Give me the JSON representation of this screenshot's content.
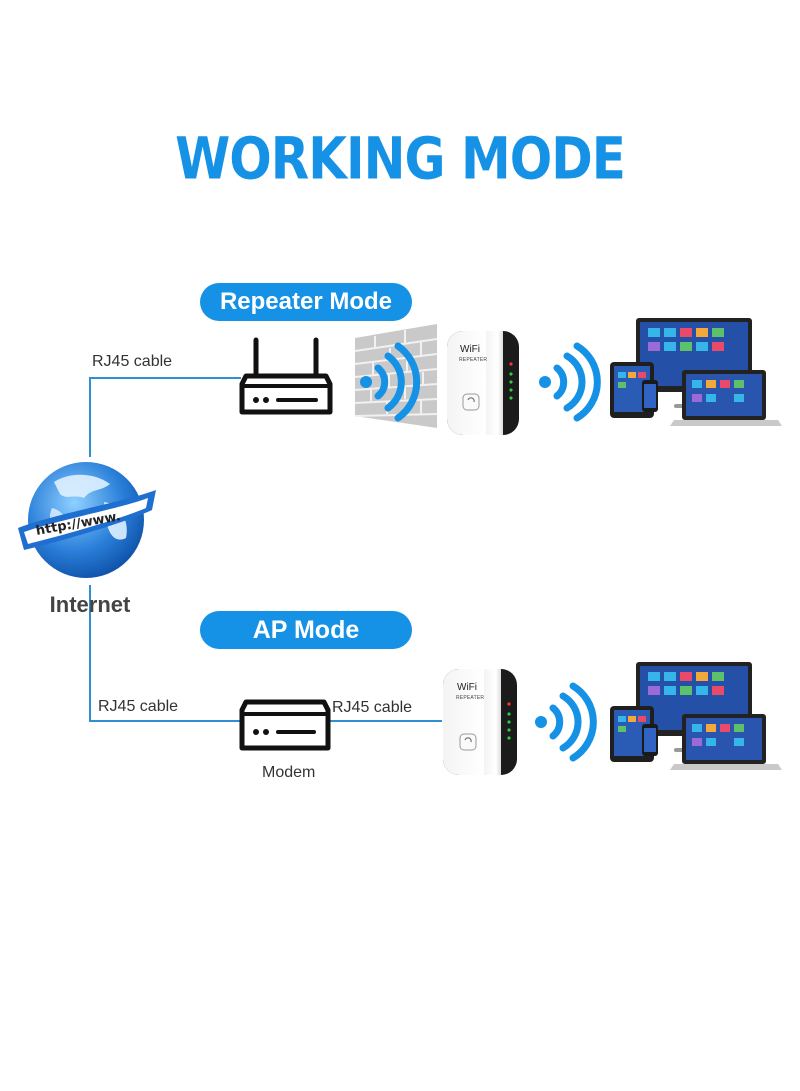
{
  "title": "WORKING MODE",
  "repeater_mode": {
    "label": "Repeater Mode",
    "cable_label": "RJ45 cable",
    "repeater_brand": "WiFi",
    "repeater_caption": "REPEATER"
  },
  "internet": {
    "label": "Internet",
    "banner": "http://www."
  },
  "ap_mode": {
    "label": "AP Mode",
    "cable_label_left": "RJ45 cable",
    "cable_label_right": "RJ45 cable",
    "modem_label": "Modem",
    "repeater_brand": "WiFi",
    "repeater_caption": "REPEATER"
  },
  "colors": {
    "accent": "#1592e6",
    "line": "#2f8fd1"
  },
  "icons": [
    "router-icon",
    "brick-wall-icon",
    "wifi-signal-icon",
    "wifi-repeater-icon",
    "devices-icon",
    "globe-icon",
    "modem-icon"
  ]
}
